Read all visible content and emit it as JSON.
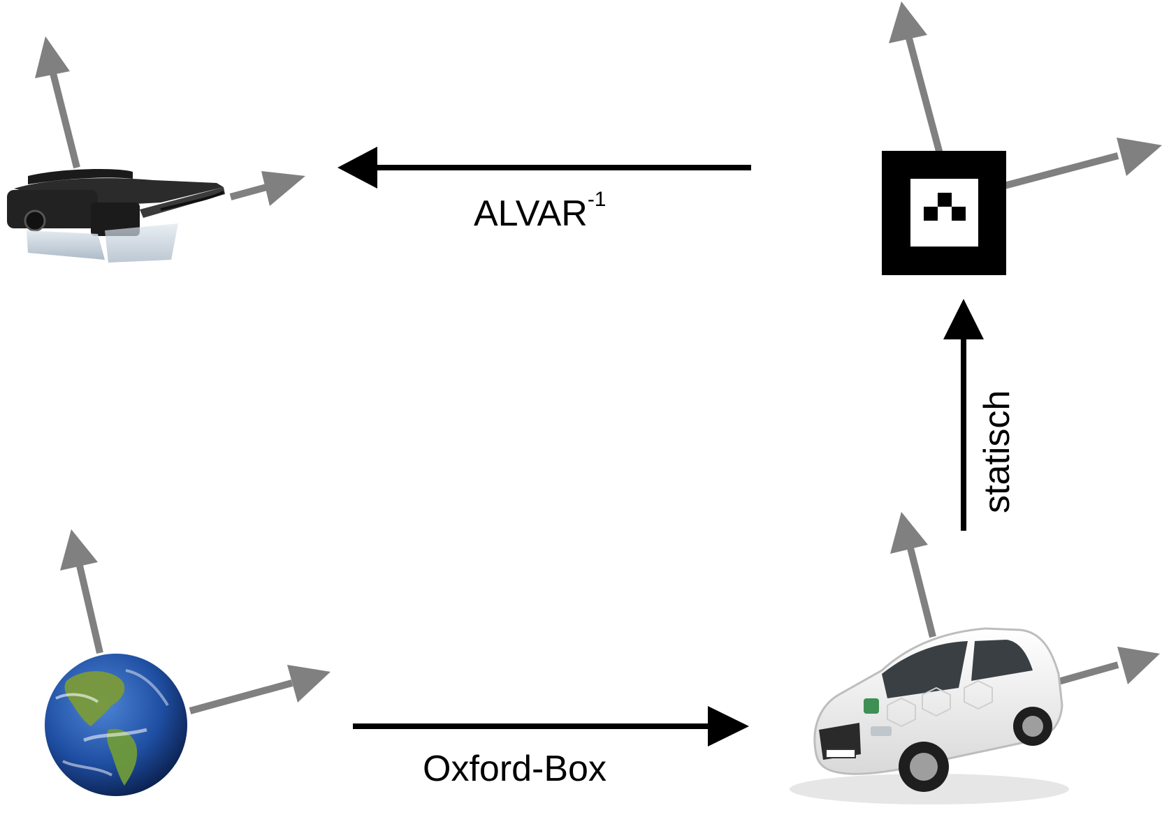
{
  "diagram": {
    "edges": [
      {
        "id": "alvar",
        "label": "ALVAR",
        "label_sup": "-1",
        "from": "marker",
        "to": "glasses"
      },
      {
        "id": "oxford",
        "label": "Oxford-Box",
        "from": "world",
        "to": "car"
      },
      {
        "id": "static",
        "label": "statisch",
        "from": "car",
        "to": "marker"
      }
    ],
    "nodes": [
      {
        "id": "glasses",
        "icon": "ar-glasses-icon"
      },
      {
        "id": "marker",
        "icon": "alvar-marker-icon"
      },
      {
        "id": "world",
        "icon": "earth-globe-icon"
      },
      {
        "id": "car",
        "icon": "car-icon"
      }
    ],
    "colors": {
      "edge_arrow": "#000000",
      "frame_axis": "#808080",
      "ocean": "#1f4fa3",
      "land": "#6f9a3a",
      "car_body": "#f2f2f2"
    }
  }
}
